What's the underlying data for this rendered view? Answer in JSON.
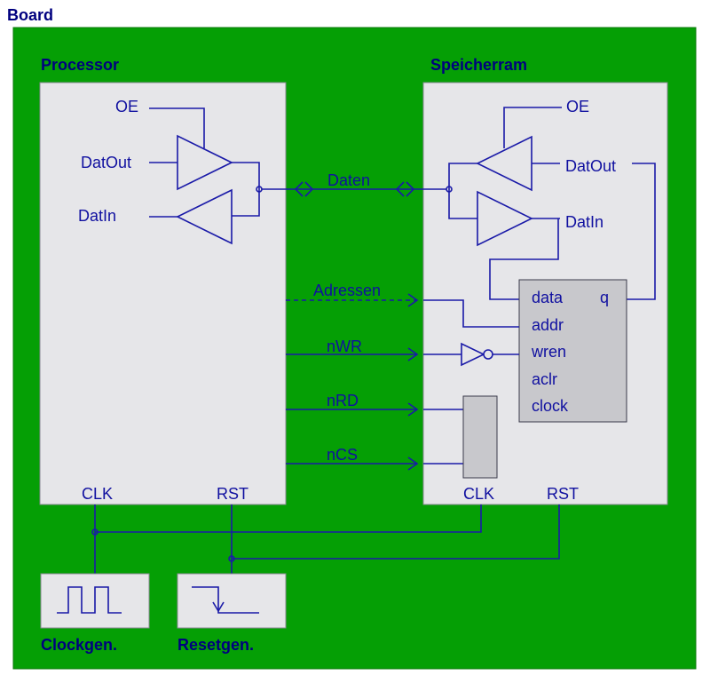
{
  "board": {
    "title": "Board",
    "background": "#059f05"
  },
  "processor": {
    "title": "Processor",
    "oe": "OE",
    "datout": "DatOut",
    "datin": "DatIn",
    "clk": "CLK",
    "rst": "RST"
  },
  "speicherram": {
    "title": "Speicherram",
    "oe": "OE",
    "datout": "DatOut",
    "datin": "DatIn",
    "clk": "CLK",
    "rst": "RST",
    "ram": {
      "data": "data",
      "q": "q",
      "addr": "addr",
      "wren": "wren",
      "aclr": "aclr",
      "clock": "clock"
    }
  },
  "buses": {
    "daten": "Daten",
    "adressen": "Adressen",
    "nwr": "nWR",
    "nrd": "nRD",
    "ncs": "nCS"
  },
  "clockgen": {
    "title": "Clockgen."
  },
  "resetgen": {
    "title": "Resetgen."
  },
  "colors": {
    "wire": "#1a1aa8",
    "text": "#1010a0",
    "title": "#00007f",
    "panel": "#e6e6e9",
    "ram_block": "#c8c8cc"
  }
}
